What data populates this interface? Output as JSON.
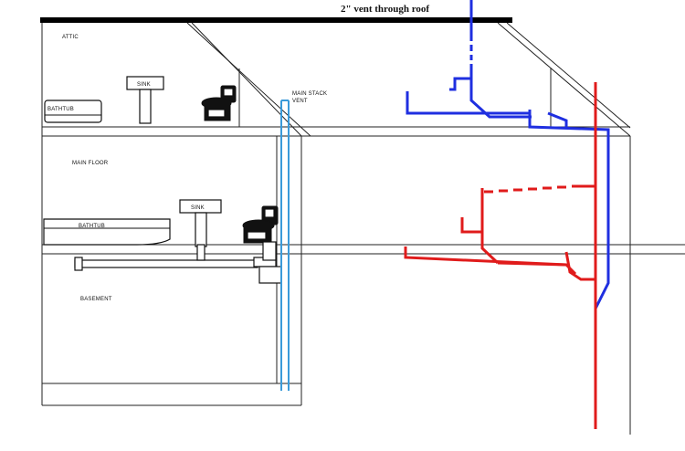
{
  "labels": {
    "title": "2\" vent through roof",
    "attic": "ATTIC",
    "main_floor": "MAIN FLOOR",
    "basement": "BASEMENT",
    "sink_upper": "SINK",
    "sink_lower": "SINK",
    "bathtub_upper": "BATHTUB",
    "bathtub_lower": "BATHTUB",
    "main_stack_line1": "MAIN STACK",
    "main_stack_line2": "VENT"
  },
  "colors": {
    "roof": "#000000",
    "walls": "#222222",
    "stack_vent": "#3a9ad9",
    "blue_piping": "#1f2fe0",
    "red_piping": "#e01b1b",
    "drain_piping": "#333333"
  }
}
